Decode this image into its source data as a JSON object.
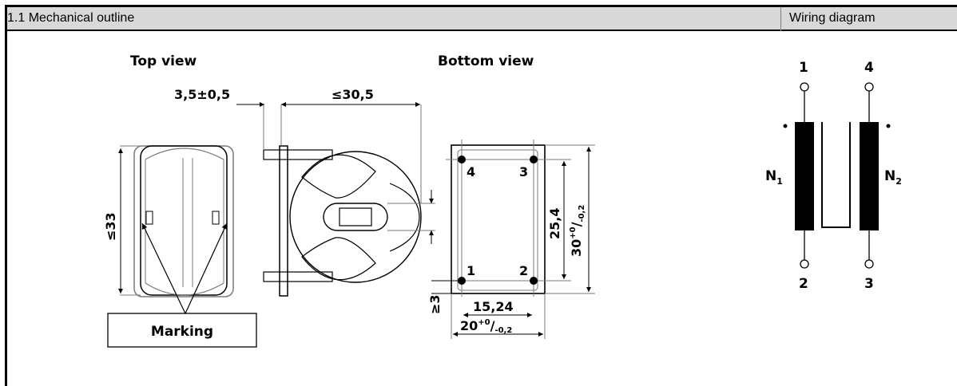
{
  "header": {
    "section_title": "1.1 Mechanical outline",
    "wiring_title": "Wiring diagram"
  },
  "top_view": {
    "title": "Top view",
    "dim_offset": "3,5±0,5",
    "dim_width": "≤30,5",
    "dim_height": "≤33",
    "marking_label": "Marking"
  },
  "bottom_view": {
    "title": "Bottom view",
    "pin_top_left": "4",
    "pin_top_right": "3",
    "pin_bottom_left": "1",
    "pin_bottom_right": "2",
    "dim_pitch_v": "25,4",
    "dim_height_base": "30",
    "dim_height_tol_sup": "+0",
    "dim_height_tol_sub": "-0,2",
    "dim_min_pin": "≥3",
    "dim_pitch_h": "15,24",
    "dim_width_base": "20",
    "dim_width_tol_sup": "+0",
    "dim_width_tol_sub": "-0,2"
  },
  "wiring": {
    "pin_1": "1",
    "pin_4": "4",
    "pin_2": "2",
    "pin_3": "3",
    "winding_1_base": "N",
    "winding_1_sub": "1",
    "winding_2_base": "N",
    "winding_2_sub": "2"
  }
}
